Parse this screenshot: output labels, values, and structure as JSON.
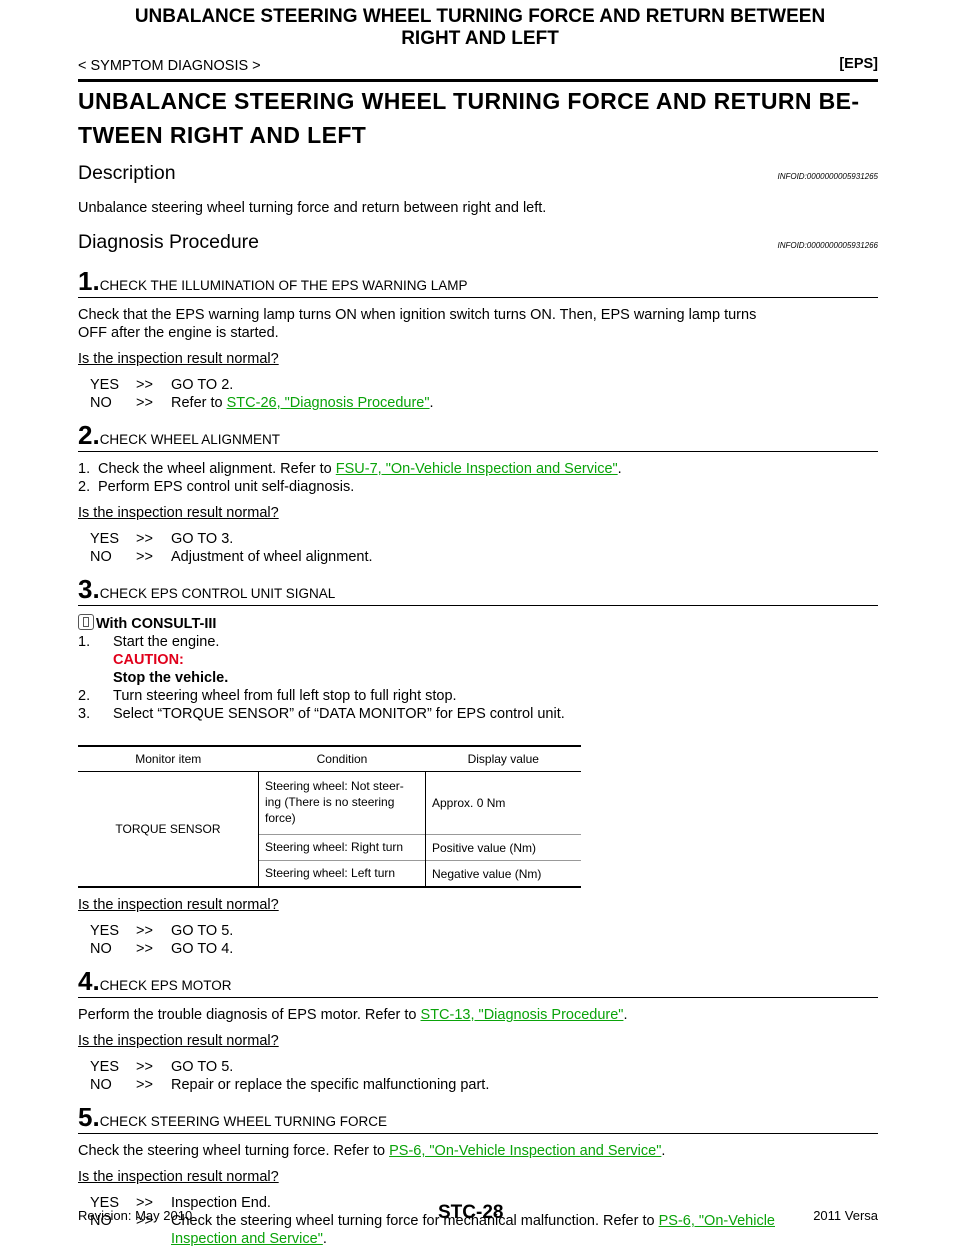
{
  "header": {
    "title_line1": "UNBALANCE STEERING WHEEL TURNING FORCE AND RETURN BETWEEN",
    "title_line2": "RIGHT AND LEFT",
    "section": "< SYMPTOM DIAGNOSIS >",
    "tag": "[EPS]"
  },
  "main_title_line1": "UNBALANCE STEERING WHEEL TURNING FORCE AND RETURN BE-",
  "main_title_line2": "TWEEN RIGHT AND LEFT",
  "description": {
    "heading": "Description",
    "infoid": "INFOID:0000000005931265",
    "text": "Unbalance steering wheel turning force and return between right and left."
  },
  "procedure": {
    "heading": "Diagnosis Procedure",
    "infoid": "INFOID:0000000005931266"
  },
  "steps": {
    "s1": {
      "num": "1.",
      "title": "CHECK THE ILLUMINATION OF THE EPS WARNING LAMP",
      "body_line1": "Check that the EPS warning lamp turns ON when ignition switch turns ON. Then, EPS warning lamp turns",
      "body_line2": "OFF after the engine is started.",
      "question": "Is the inspection result normal?",
      "yes": "GO TO 2.",
      "no_prefix": "Refer to ",
      "no_link": "STC-26, \"Diagnosis Procedure\"",
      "no_suffix": "."
    },
    "s2": {
      "num": "2.",
      "title": "CHECK WHEEL ALIGNMENT",
      "item1_prefix": "Check the wheel alignment. Refer to ",
      "item1_link": "FSU-7, \"On-Vehicle Inspection and Service\"",
      "item1_suffix": ".",
      "item2": "Perform EPS control unit self-diagnosis.",
      "question": "Is the inspection result normal?",
      "yes": "GO TO 3.",
      "no": "Adjustment of wheel alignment."
    },
    "s3": {
      "num": "3.",
      "title": "CHECK EPS CONTROL UNIT SIGNAL",
      "consult": "With CONSULT-III",
      "item1": "Start the engine.",
      "caution": "CAUTION:",
      "caution_text": "Stop the vehicle.",
      "item2": "Turn steering wheel from full left stop to full right stop.",
      "item3": "Select “TORQUE SENSOR” of “DATA MONITOR” for EPS control unit.",
      "table": {
        "headers": [
          "Monitor item",
          "Condition",
          "Display value"
        ],
        "monitor_item": "TORQUE SENSOR",
        "rows": [
          {
            "condition_l1": "Steering wheel: Not steer-",
            "condition_l2": "ing (There is no steering",
            "condition_l3": "force)",
            "value": "Approx. 0 Nm"
          },
          {
            "condition": "Steering wheel: Right turn",
            "value": "Positive value (Nm)"
          },
          {
            "condition": "Steering wheel: Left turn",
            "value": "Negative value (Nm)"
          }
        ]
      },
      "question": "Is the inspection result normal?",
      "yes": "GO TO 5.",
      "no": "GO TO 4."
    },
    "s4": {
      "num": "4.",
      "title": "CHECK EPS MOTOR",
      "body_prefix": "Perform the trouble diagnosis of EPS motor. Refer to ",
      "body_link": "STC-13, \"Diagnosis Procedure\"",
      "body_suffix": ".",
      "question": "Is the inspection result normal?",
      "yes": "GO TO 5.",
      "no": "Repair or replace the specific malfunctioning part."
    },
    "s5": {
      "num": "5.",
      "title": "CHECK STEERING WHEEL TURNING FORCE",
      "body_prefix": "Check the steering wheel turning force. Refer to ",
      "body_link": "PS-6, \"On-Vehicle Inspection and Service\"",
      "body_suffix": ".",
      "question": "Is the inspection result normal?",
      "yes": "Inspection End.",
      "no_line1_prefix": "Check the steering wheel turning force for mechanical malfunction. Refer to ",
      "no_line1_link": "PS-6, \"On-Vehicle",
      "no_line2_link": "Inspection and Service\"",
      "no_line2_suffix": "."
    }
  },
  "labels": {
    "yes": "YES",
    "no": "NO",
    "arrow": ">>",
    "n1": "1.",
    "n2": "2.",
    "n3": "3."
  },
  "footer": {
    "revision": "Revision: May 2010",
    "page": "STC-28",
    "model": "2011 Versa"
  },
  "colors": {
    "link": "#0aa30a",
    "caution": "#e0001b"
  }
}
